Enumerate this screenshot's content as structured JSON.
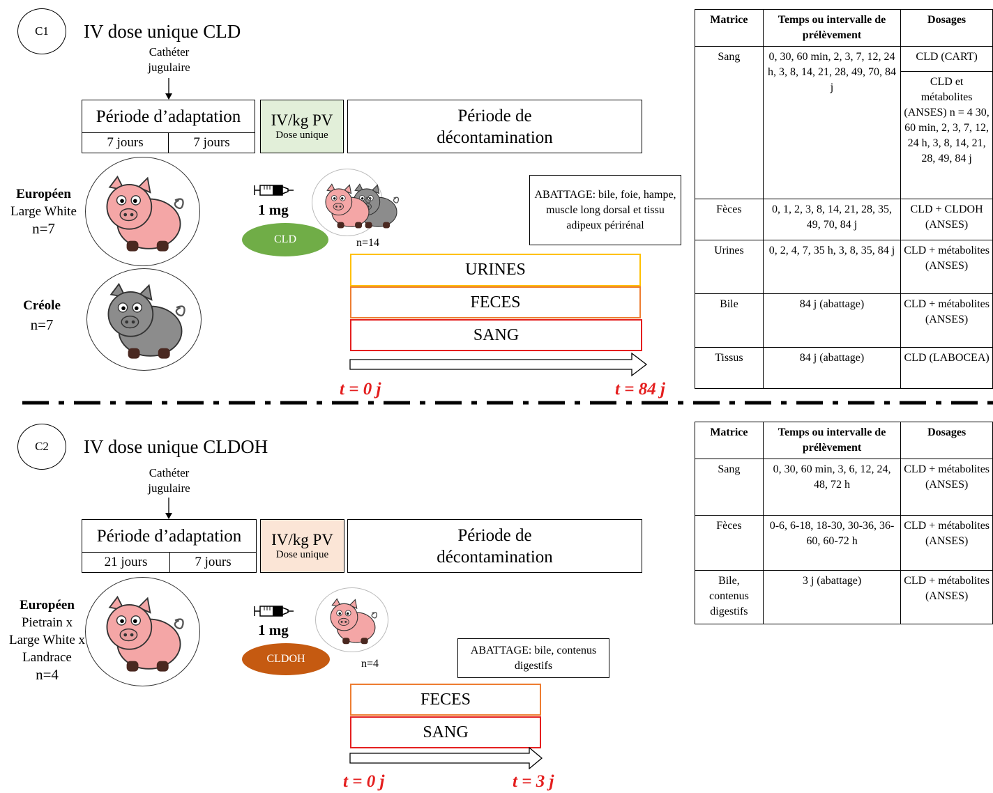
{
  "c1": {
    "label": "C1",
    "title": "IV dose unique CLD",
    "catheter": "Cathéter jugulaire",
    "adaptation": {
      "label": "Période d’adaptation",
      "d1": "7 jours",
      "d2": "7 jours"
    },
    "iv": {
      "label": "IV/kg PV",
      "sub": "Dose unique",
      "color": "#e2efd9"
    },
    "decontam": "Période de décontamination",
    "breed1": {
      "name": "Européen",
      "line": "Large White",
      "n": "n=7"
    },
    "breed2": {
      "name": "Créole",
      "n": "n=7"
    },
    "dose": "1 mg",
    "compound": {
      "label": "CLD",
      "color": "#70ad47"
    },
    "group_n": "n=14",
    "abattage": "ABATTAGE: bile, foie, hampe, muscle long dorsal et tissu adipeux périrénal",
    "samples": [
      {
        "label": "URINES",
        "color": "#ffc000"
      },
      {
        "label": "FECES",
        "color": "#ed7d31"
      },
      {
        "label": "SANG",
        "color": "#e41f1f"
      }
    ],
    "t0": "t = 0 j",
    "tend": "t = 84 j",
    "table": {
      "headers": [
        "Matrice",
        "Temps ou intervalle de prélèvement",
        "Dosages"
      ],
      "rows": [
        {
          "m": "Sang",
          "t": "0, 30, 60 min, 2, 3, 7, 12, 24 h, 3, 8, 14, 21, 28, 49, 70, 84 j",
          "d": "CLD (CART)",
          "d2": "CLD et métabolites (ANSES) n = 4 30, 60 min, 2, 3, 7, 12, 24 h, 3, 8, 14, 21, 28, 49, 84 j"
        },
        {
          "m": "Fèces",
          "t": "0, 1, 2, 3, 8, 14, 21, 28, 35, 49, 70, 84 j",
          "d": "CLD + CLDOH (ANSES)"
        },
        {
          "m": "Urines",
          "t": "0, 2, 4, 7, 35 h, 3, 8, 35, 84 j",
          "d": "CLD + métabolites (ANSES)"
        },
        {
          "m": "Bile",
          "t": "84 j (abattage)",
          "d": "CLD + métabolites (ANSES)"
        },
        {
          "m": "Tissus",
          "t": "84 j (abattage)",
          "d": "CLD (LABOCEA)"
        }
      ]
    }
  },
  "c2": {
    "label": "C2",
    "title": "IV dose unique CLDOH",
    "catheter": "Cathéter jugulaire",
    "adaptation": {
      "label": "Période d’adaptation",
      "d1": "21 jours",
      "d2": "7 jours"
    },
    "iv": {
      "label": "IV/kg PV",
      "sub": "Dose unique",
      "color": "#fbe5d6"
    },
    "decontam": "Période de décontamination",
    "breed1": {
      "name": "Européen",
      "line": "Pietrain x Large White x Landrace",
      "n": "n=4"
    },
    "dose": "1 mg",
    "compound": {
      "label": "CLDOH",
      "color": "#c55a11"
    },
    "group_n": "n=4",
    "abattage": "ABATTAGE: bile, contenus digestifs",
    "samples": [
      {
        "label": "FECES",
        "color": "#ed7d31"
      },
      {
        "label": "SANG",
        "color": "#e41f1f"
      }
    ],
    "t0": "t = 0 j",
    "tend": "t = 3 j",
    "table": {
      "headers": [
        "Matrice",
        "Temps ou intervalle de prélèvement",
        "Dosages"
      ],
      "rows": [
        {
          "m": "Sang",
          "t": "0, 30, 60 min, 3, 6, 12, 24, 48, 72 h",
          "d": "CLD + métabolites (ANSES)"
        },
        {
          "m": "Fèces",
          "t": "0-6, 6-18, 18-30, 30-36, 36-60, 60-72 h",
          "d": "CLD + métabolites (ANSES)"
        },
        {
          "m": "Bile, contenus digestifs",
          "t": "3 j (abattage)",
          "d": "CLD + métabolites (ANSES)"
        }
      ]
    }
  }
}
